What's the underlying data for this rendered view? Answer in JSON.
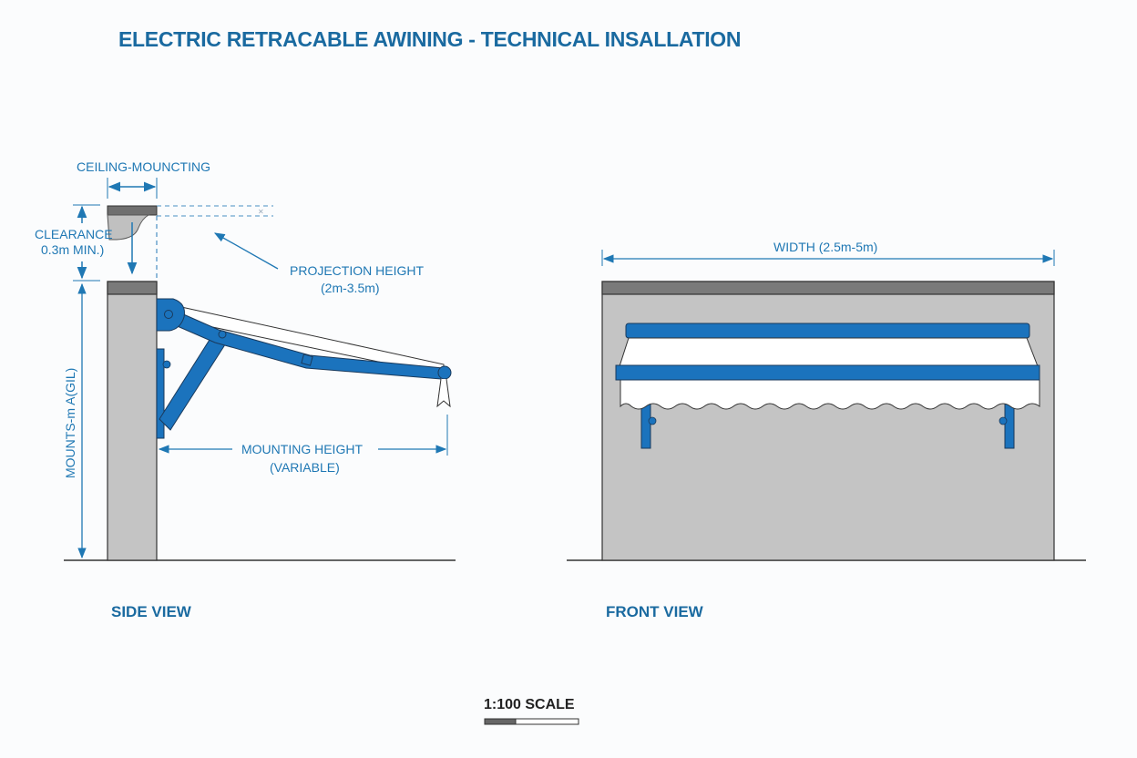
{
  "title": "ELECTRIC RETRACABLE AWINING - TECHNICAL INSALLATION",
  "side_view": {
    "label": "SIDE VIEW",
    "annotations": {
      "ceiling_mounting": "CEILING-MOUNCTING",
      "clearance_line1": "CLEARANCE",
      "clearance_line2": "0.3m MIN.)",
      "projection_line1": "PROJECTION HEIGHT",
      "projection_line2": "(2m-3.5m)",
      "mounting_line1": "MOUNTING HEIGHT",
      "mounting_line2": "(VARIABLE)",
      "vertical_dimension": "MOUNTS-m A(GIL)"
    }
  },
  "front_view": {
    "label": "FRONT VIEW",
    "annotations": {
      "width": "WIDTH (2.5m-5m)"
    }
  },
  "scale": {
    "label": "1:100 SCALE"
  },
  "colors": {
    "accent_blue": "#1f78b4",
    "awning_blue": "#1b73bd",
    "wall_gray": "#c4c4c4",
    "cap_gray": "#7a7a7a"
  }
}
